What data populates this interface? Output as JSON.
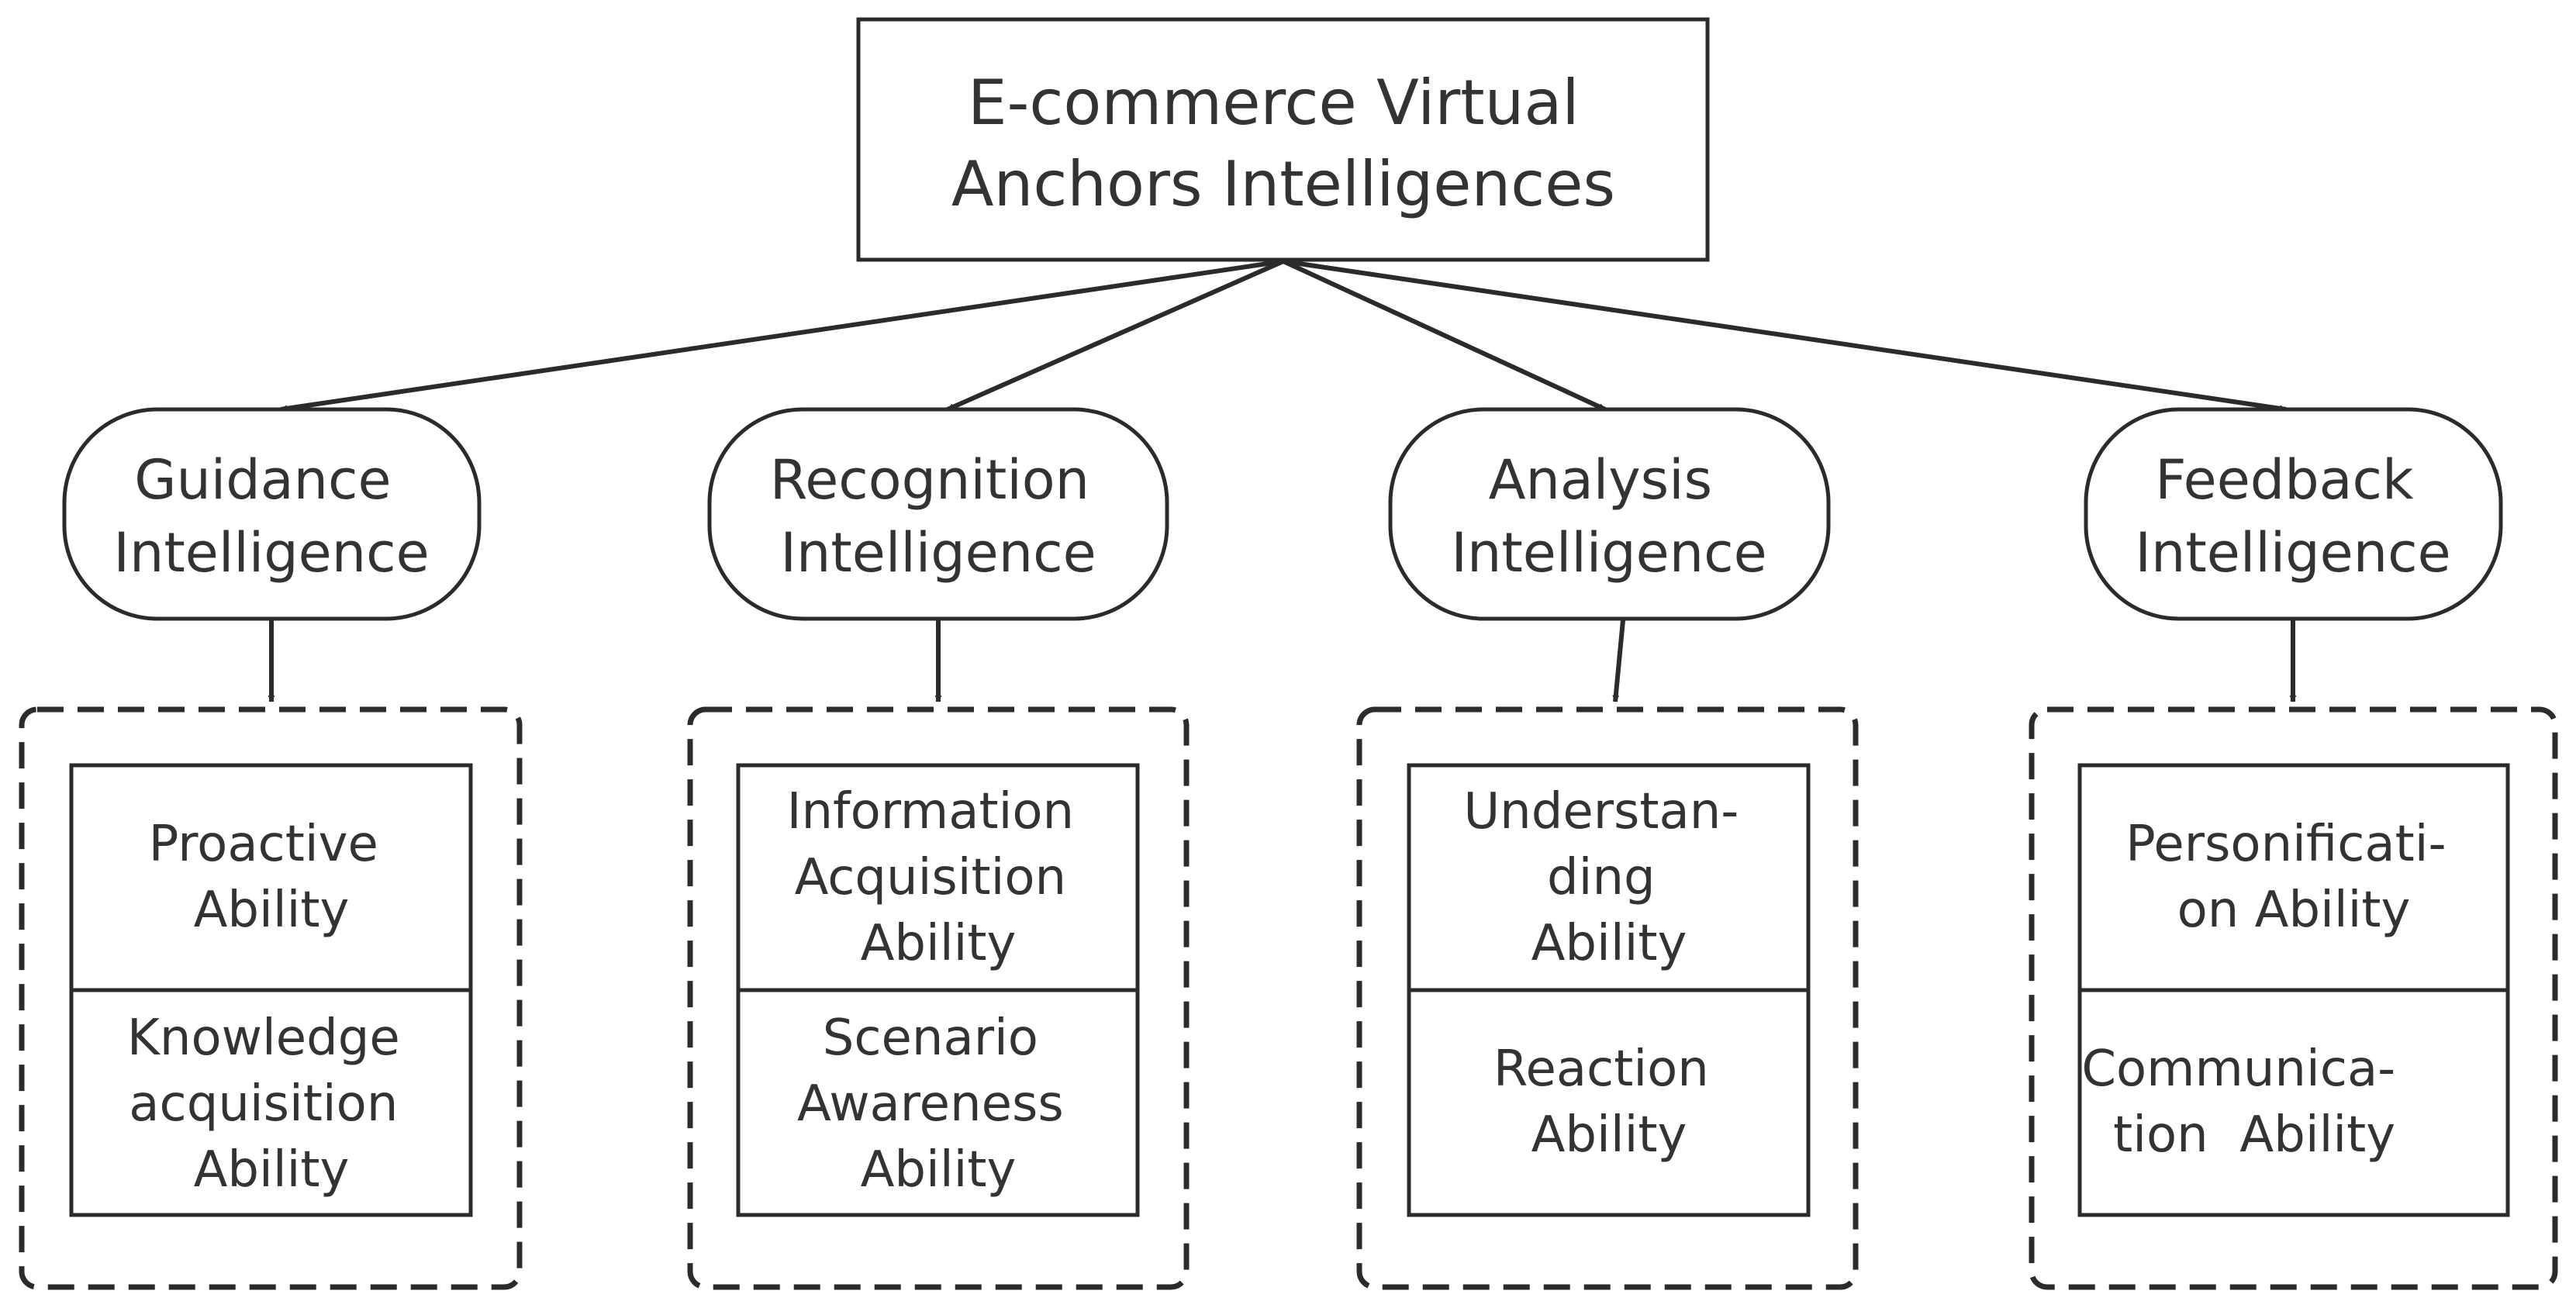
{
  "root": {
    "lines": [
      "E-commerce Virtual",
      "Anchors Intelligences"
    ]
  },
  "categories": [
    {
      "lines": [
        "Guidance",
        "Intelligence"
      ],
      "abilities": [
        {
          "lines": [
            "Proactive",
            "Ability"
          ]
        },
        {
          "lines": [
            "Knowledge",
            "acquisition",
            "Ability"
          ]
        }
      ]
    },
    {
      "lines": [
        "Recognition",
        "Intelligence"
      ],
      "abilities": [
        {
          "lines": [
            "Information",
            "Acquisition",
            "Ability"
          ]
        },
        {
          "lines": [
            "Scenario",
            "Awareness",
            "Ability"
          ]
        }
      ]
    },
    {
      "lines": [
        "Analysis",
        "Intelligence"
      ],
      "abilities": [
        {
          "lines": [
            "Understan-",
            "ding",
            "Ability"
          ]
        },
        {
          "lines": [
            "Reaction",
            "Ability"
          ]
        }
      ]
    },
    {
      "lines": [
        "Feedback",
        "Intelligence"
      ],
      "abilities": [
        {
          "lines": [
            "Personificati-",
            "on Ability"
          ]
        },
        {
          "lines": [
            "Communica-",
            "tion  Ability"
          ]
        }
      ]
    }
  ],
  "colors": {
    "stroke": "#2b2b2b",
    "text": "#333333",
    "background": "#ffffff"
  }
}
